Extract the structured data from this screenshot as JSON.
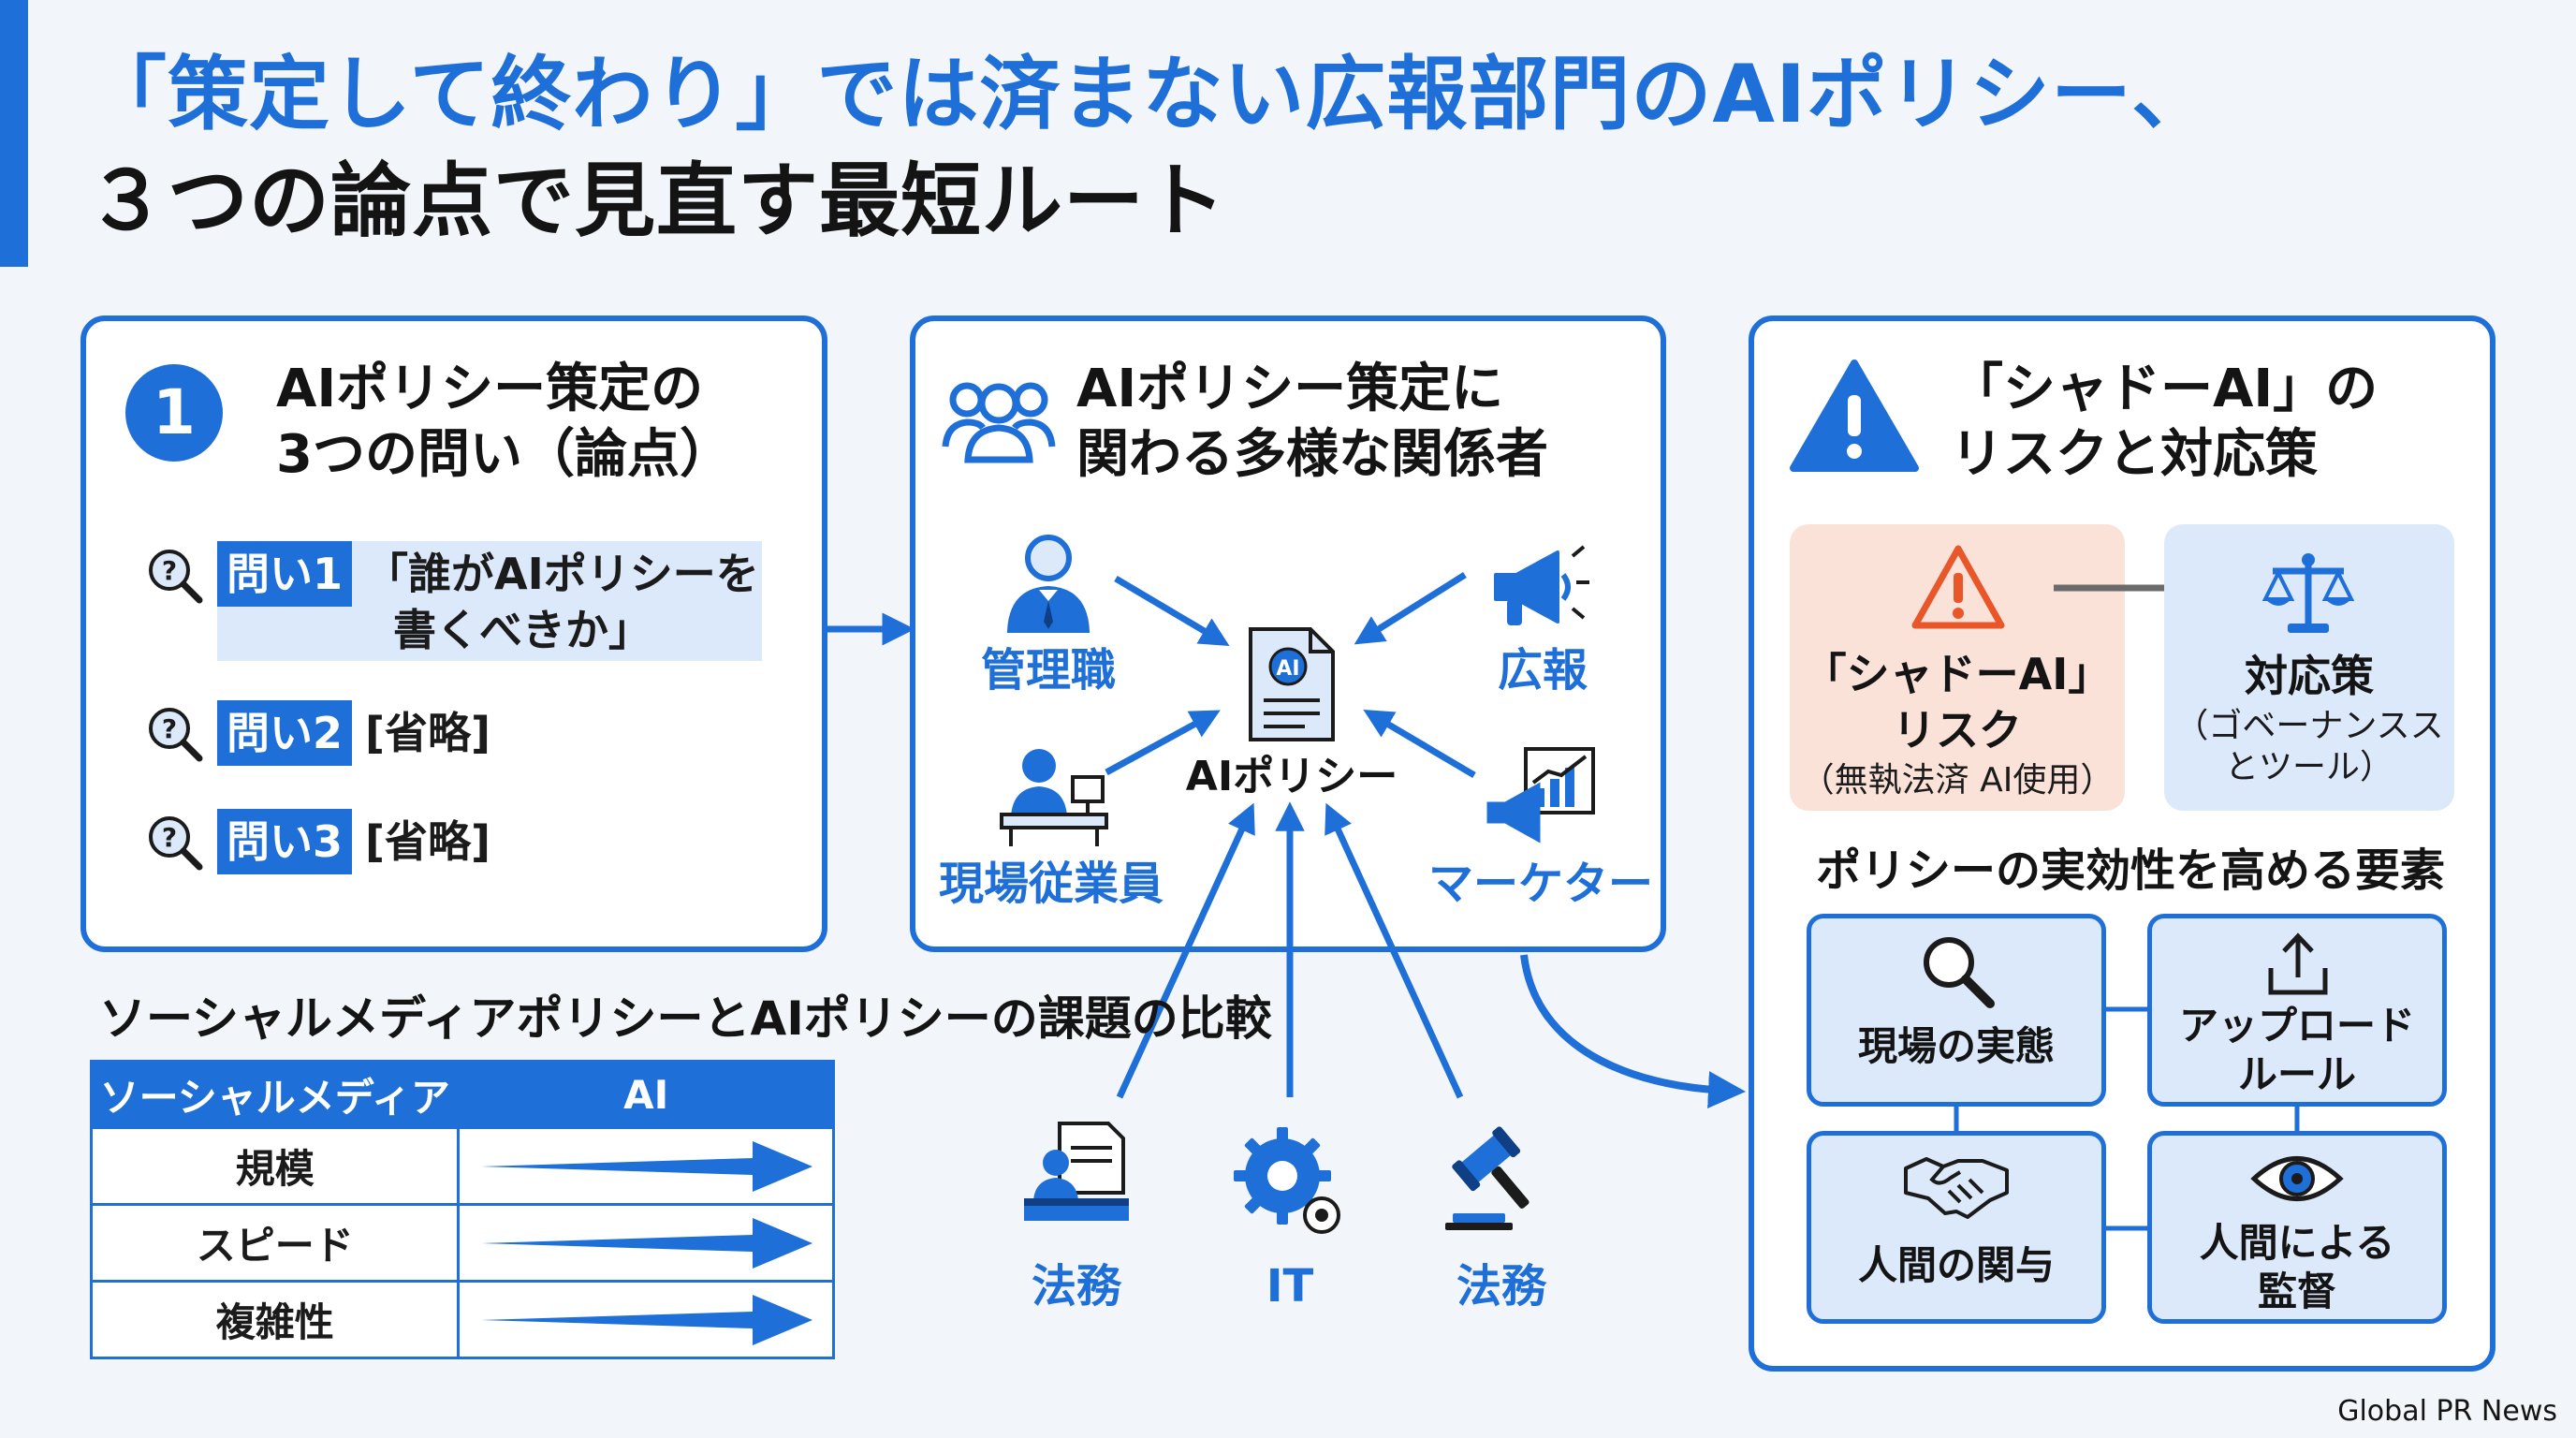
{
  "header": {
    "title_line1": "「策定して終わり」では済まない広報部門のAIポリシー、",
    "title_line2": "３つの論点で見直す最短ルート"
  },
  "panel1": {
    "badge": "1",
    "title_line1": "AIポリシー策定の",
    "title_line2": "3つの問い（論点）",
    "questions": [
      {
        "tag": "問い1",
        "text_line1": "「誰がAIポリシーを",
        "text_line2": "書くべきか」"
      },
      {
        "tag": "問い2",
        "text_line1": "[省略]"
      },
      {
        "tag": "問い3",
        "text_line1": "[省略]"
      }
    ]
  },
  "panel2": {
    "title_line1": "AIポリシー策定に",
    "title_line2": "関わる多様な関係者",
    "center_label": "AIポリシー",
    "doc_icon_text": "AI",
    "stakeholders": {
      "management": "管理職",
      "pr": "広報",
      "field_staff": "現場従業員",
      "marketer": "マーケター",
      "legal_left": "法務",
      "it": "IT",
      "legal_right": "法務"
    }
  },
  "comparison": {
    "title": "ソーシャルメディアポリシーとAIポリシーの課題の比較",
    "columns": [
      "ソーシャルメディア",
      "AI"
    ],
    "rows": [
      "規模",
      "スピード",
      "複雑性"
    ]
  },
  "panel3": {
    "title_line1": "「シャドーAI」の",
    "title_line2": "リスクと対応策",
    "risk": {
      "title_line1": "「シャドーAI」",
      "title_line2": "リスク",
      "sub": "（無執法済 AI使用）"
    },
    "measure": {
      "title": "対応策",
      "sub_line1": "（ゴベーナンスス",
      "sub_line2": "とツール）"
    },
    "elements_title": "ポリシーの実効性を高める要素",
    "elements": [
      {
        "line1": "現場の実態"
      },
      {
        "line1": "アップロード",
        "line2": "ルール"
      },
      {
        "line1": "人間の関与"
      },
      {
        "line1": "人間による",
        "line2": "監督"
      }
    ]
  },
  "footer": {
    "source": "Global PR News"
  },
  "colors": {
    "accent": "#1f6fd8",
    "risk_bg": "#fbe2d9",
    "risk_icon": "#e8562a",
    "light_blue": "#dbe9fb"
  }
}
